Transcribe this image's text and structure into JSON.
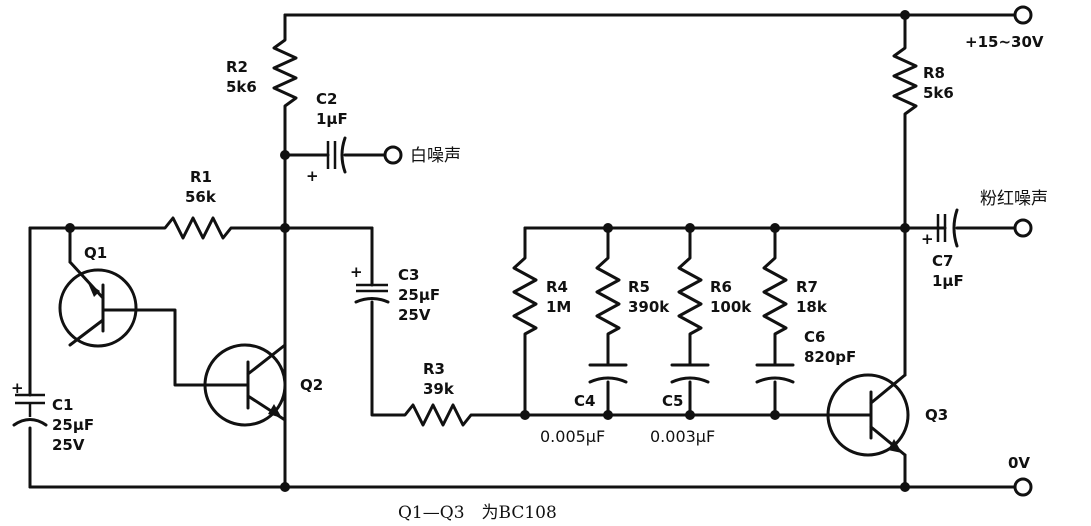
{
  "supply": {
    "positive": "+15~30V",
    "ground": "0V"
  },
  "outputs": {
    "white": "白噪声",
    "pink": "粉红噪声"
  },
  "resistors": [
    {
      "id": "R1",
      "value": "56k"
    },
    {
      "id": "R2",
      "value": "5k6"
    },
    {
      "id": "R3",
      "value": "39k"
    },
    {
      "id": "R4",
      "value": "1M"
    },
    {
      "id": "R5",
      "value": "390k"
    },
    {
      "id": "R6",
      "value": "100k"
    },
    {
      "id": "R7",
      "value": "18k"
    },
    {
      "id": "R8",
      "value": "5k6"
    }
  ],
  "capacitors": [
    {
      "id": "C1",
      "value": "25μF",
      "voltage": "25V"
    },
    {
      "id": "C2",
      "value": "1μF"
    },
    {
      "id": "C3",
      "value": "25μF",
      "voltage": "25V"
    },
    {
      "id": "C4",
      "value": "0.005μF"
    },
    {
      "id": "C5",
      "value": "0.003μF"
    },
    {
      "id": "C6",
      "value": "820pF"
    },
    {
      "id": "C7",
      "value": "1μF"
    }
  ],
  "transistors": [
    "Q1",
    "Q2",
    "Q3"
  ],
  "plus_sign": "+",
  "footnote": "Q1—Q3　为BC108"
}
